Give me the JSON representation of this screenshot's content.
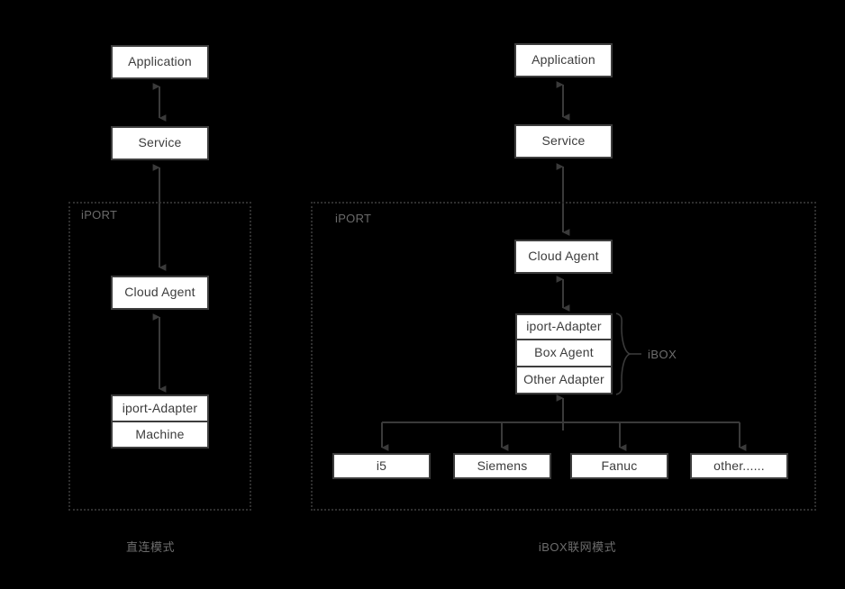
{
  "canvas": {
    "background_color": "#000000",
    "node_fill": "#ffffff",
    "node_border_color": "#3d3d3d",
    "node_text_color": "#3c3c3c",
    "edge_color": "#3a3a3a",
    "zone_border_color": "#2f2f2f",
    "muted_text_color": "#6d6d6d"
  },
  "left_diagram": {
    "caption": "直连模式",
    "zone_label": "iPORT",
    "nodes": {
      "application": "Application",
      "service": "Service",
      "cloud_agent": "Cloud Agent",
      "iport_adapter": "iport-Adapter",
      "machine": "Machine"
    }
  },
  "right_diagram": {
    "caption": "iBOX联网模式",
    "zone_label": "iPORT",
    "brace_label": "iBOX",
    "nodes": {
      "application": "Application",
      "service": "Service",
      "cloud_agent": "Cloud Agent",
      "iport_adapter": "iport-Adapter",
      "box_agent": "Box Agent",
      "other_adapter": "Other Adapter"
    },
    "machines": [
      "i5",
      "Siemens",
      "Fanuc",
      "other......"
    ]
  }
}
